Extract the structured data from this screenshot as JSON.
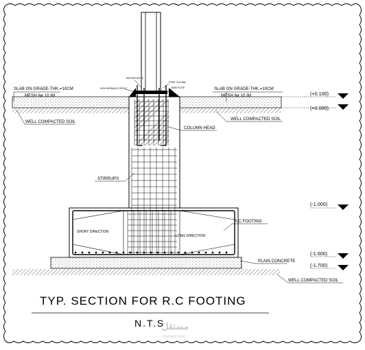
{
  "slab_left": {
    "line1": "SLAB ON GRADE-THK.=10CM",
    "line2": "MESH 6ø 10  /M"
  },
  "slab_right": {
    "line1": "SLAB ON GRADE-THK.=10CM",
    "line2": "MESH 6ø 10  /M"
  },
  "soil_left": "WELL COMPACTED SOIL",
  "soil_right": "WELL COMPACTED SOIL",
  "soil_bottom": "WELL COMPACTED SOIL",
  "column_head": "COLUMN HEAD",
  "stirrups": "STIRRUPS",
  "rc_footing": "R.C FOOTING",
  "plain_concrete": "PLAIN CONCRETE",
  "short_direction": "SHORT DIRECTION",
  "long_direction": "LONG DIRECTION",
  "small_labels": [
    "ANCHOR BOLTS",
    "STEEL COLUMN",
    "NON SHRINKAGE GROUT",
    "BASE PLATE"
  ],
  "levels": [
    "(+0.100)",
    "(+0.000)",
    "(-1.000)",
    "(-1.600)",
    "(-1.700)"
  ],
  "title": "TYP. SECTION FOR R.C FOOTING",
  "subtitle": "N.T.S",
  "watermark": {
    "arabic": "مستقل",
    "latin": "mostaql.com"
  }
}
